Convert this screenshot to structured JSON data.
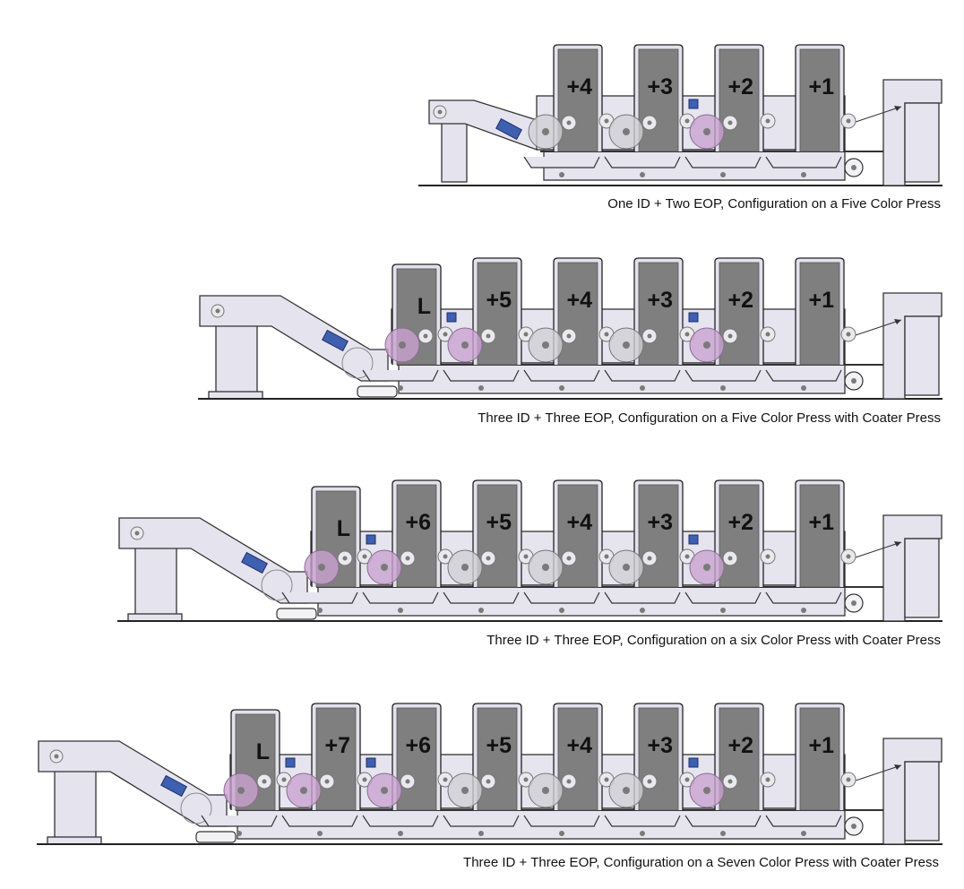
{
  "configurations": [
    {
      "caption": "One ID + Two EOP, Configuration on a Five Color Press",
      "units": [
        {
          "label": "+4",
          "cylinder_color": "gray"
        },
        {
          "label": "+3",
          "cylinder_color": "gray"
        },
        {
          "label": "+2",
          "cylinder_color": "purple"
        },
        {
          "label": "+1",
          "cylinder_color": "none"
        }
      ]
    },
    {
      "caption": "Three ID + Three EOP, Configuration on a Five Color Press with Coater Press",
      "units": [
        {
          "label": "L",
          "cylinder_color": "purple"
        },
        {
          "label": "+5",
          "cylinder_color": "purple"
        },
        {
          "label": "+4",
          "cylinder_color": "gray"
        },
        {
          "label": "+3",
          "cylinder_color": "gray"
        },
        {
          "label": "+2",
          "cylinder_color": "purple"
        },
        {
          "label": "+1",
          "cylinder_color": "none"
        }
      ]
    },
    {
      "caption": "Three ID + Three EOP, Configuration on a six Color Press with Coater Press",
      "units": [
        {
          "label": "L",
          "cylinder_color": "purple"
        },
        {
          "label": "+6",
          "cylinder_color": "purple"
        },
        {
          "label": "+5",
          "cylinder_color": "gray"
        },
        {
          "label": "+4",
          "cylinder_color": "gray"
        },
        {
          "label": "+3",
          "cylinder_color": "gray"
        },
        {
          "label": "+2",
          "cylinder_color": "purple"
        },
        {
          "label": "+1",
          "cylinder_color": "none"
        }
      ]
    },
    {
      "caption": "Three ID + Three EOP, Configuration on a Seven Color Press with Coater Press",
      "units": [
        {
          "label": "L",
          "cylinder_color": "purple"
        },
        {
          "label": "+7",
          "cylinder_color": "purple"
        },
        {
          "label": "+6",
          "cylinder_color": "purple"
        },
        {
          "label": "+5",
          "cylinder_color": "gray"
        },
        {
          "label": "+4",
          "cylinder_color": "gray"
        },
        {
          "label": "+3",
          "cylinder_color": "gray"
        },
        {
          "label": "+2",
          "cylinder_color": "purple"
        },
        {
          "label": "+1",
          "cylinder_color": "none"
        }
      ]
    }
  ],
  "colors": {
    "tower": "#7f7f7f",
    "housing": "#e6e4ee",
    "cylinder_gray": "#cfcfd4",
    "cylinder_purple": "#c9a2cf",
    "dryer": "#3f5fb0"
  }
}
